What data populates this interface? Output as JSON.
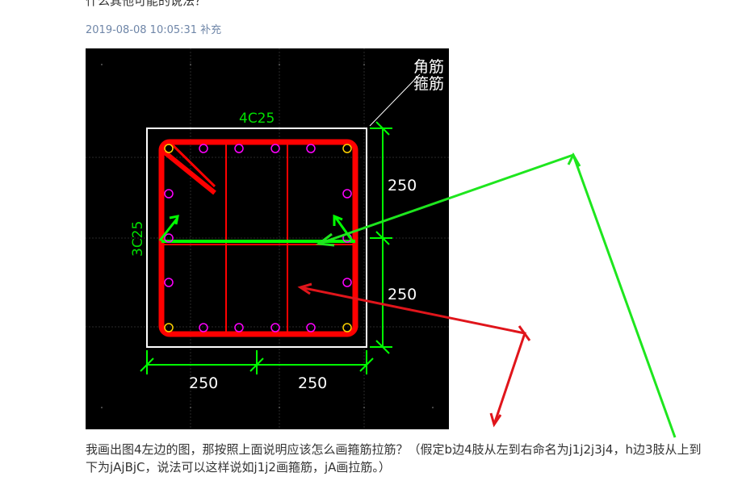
{
  "post": {
    "top_text": "什么其他可能的说法？",
    "timestamp": "2019-08-08 10:05:31",
    "supplement_label": "补充",
    "question_line1": "我画出图4左边的图，那按照上面说明应该怎么画箍筋拉筋？（假定b边4肢从左到右命名为j1j2j3j4，h边3肢从上到",
    "question_line2": "下为jAjBjC，说法可以这样说如j1j2画箍筋，jA画拉筋。）"
  },
  "drawing": {
    "background": "#000000",
    "labels": {
      "corner_bar": "角筋",
      "stirrup": "箍筋",
      "top_rebar": "4C25",
      "side_rebar": "3C25",
      "dim_right_upper": "250",
      "dim_right_lower": "250",
      "dim_bottom_left": "250",
      "dim_bottom_right": "250"
    },
    "colors": {
      "stirrup": "#ff0000",
      "dimension": "#00ff00",
      "outline": "#ffffff",
      "bar_corner": "#ffd200",
      "bar_middle": "#ff00ff",
      "grid": "#2a2a2a"
    }
  },
  "annotations": {
    "green_arrow_color": "#1ee61e",
    "red_arrow_color": "#e0151b"
  }
}
